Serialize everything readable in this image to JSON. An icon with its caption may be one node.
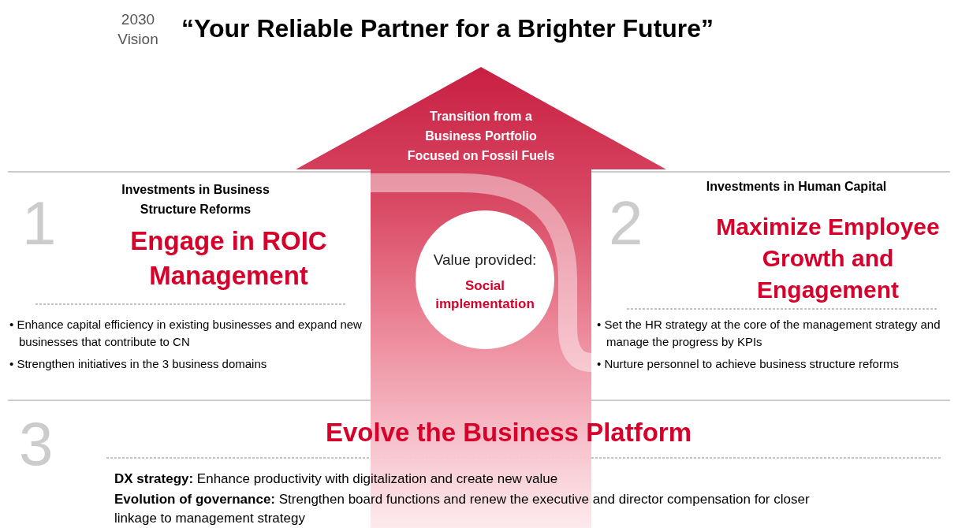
{
  "diagram": {
    "title": "“Your Reliable Partner for a Brighter Future”",
    "nodes": [
      {
        "text": [
          "Transition from a Business Portfolio Focused on Fossil Fuels"
        ]
      },
      {
        "text": [
          "Value provided:",
          "Social implementation"
        ],
        "in": 0
      }
    ],
    "labels": [
      "2030 Vision",
      "1",
      "Investments in Business Structure Reforms",
      "Engage in ROIC Management",
      "• Enhance capital efficiency in existing businesses and expand new businesses that contribute to CN",
      "• Strengthen initiatives in the 3 business domains",
      "2",
      "Investments in Human Capital",
      "Maximize Employee Growth and Engagement",
      "• Set the HR strategy at the core of the management strategy and manage the progress by KPIs",
      "• Nurture personnel to achieve business structure reforms",
      "3",
      "Evolve the Business Platform",
      "**DX strategy:** Enhance productivity with digitalization and create new value",
      "**Evolution of governance:** Strengthen board functions and renew the executive and director compensation for closer linkage to management strategy"
    ]
  }
}
